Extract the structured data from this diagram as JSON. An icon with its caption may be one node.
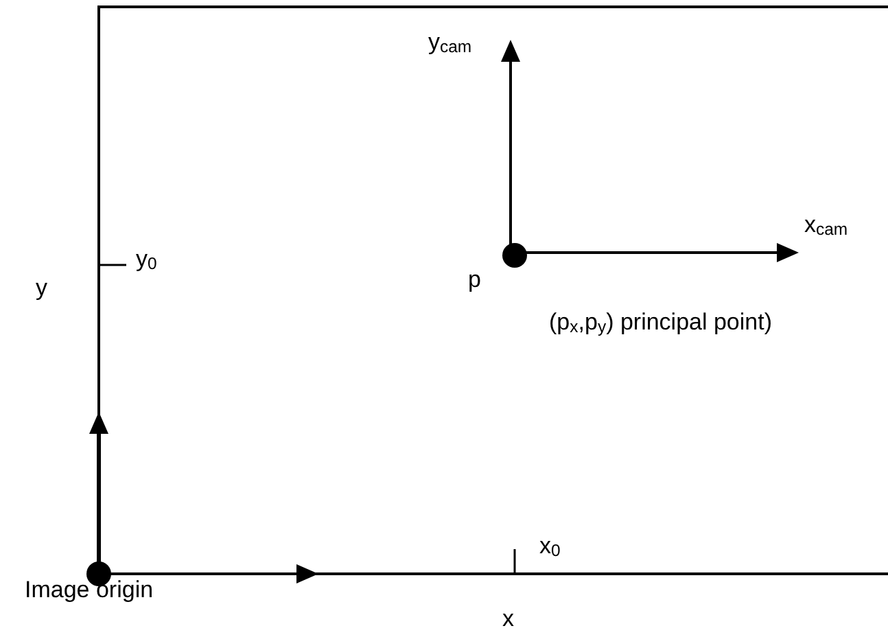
{
  "diagram": {
    "labels": [
      "y$_{cam}$",
      "x$_{cam}$",
      "y",
      "y$_{0}$",
      "p",
      "(p$_{x}$,p$_{y}$) principal point)",
      "x$_{0}$",
      "Image origin",
      "x"
    ]
  }
}
